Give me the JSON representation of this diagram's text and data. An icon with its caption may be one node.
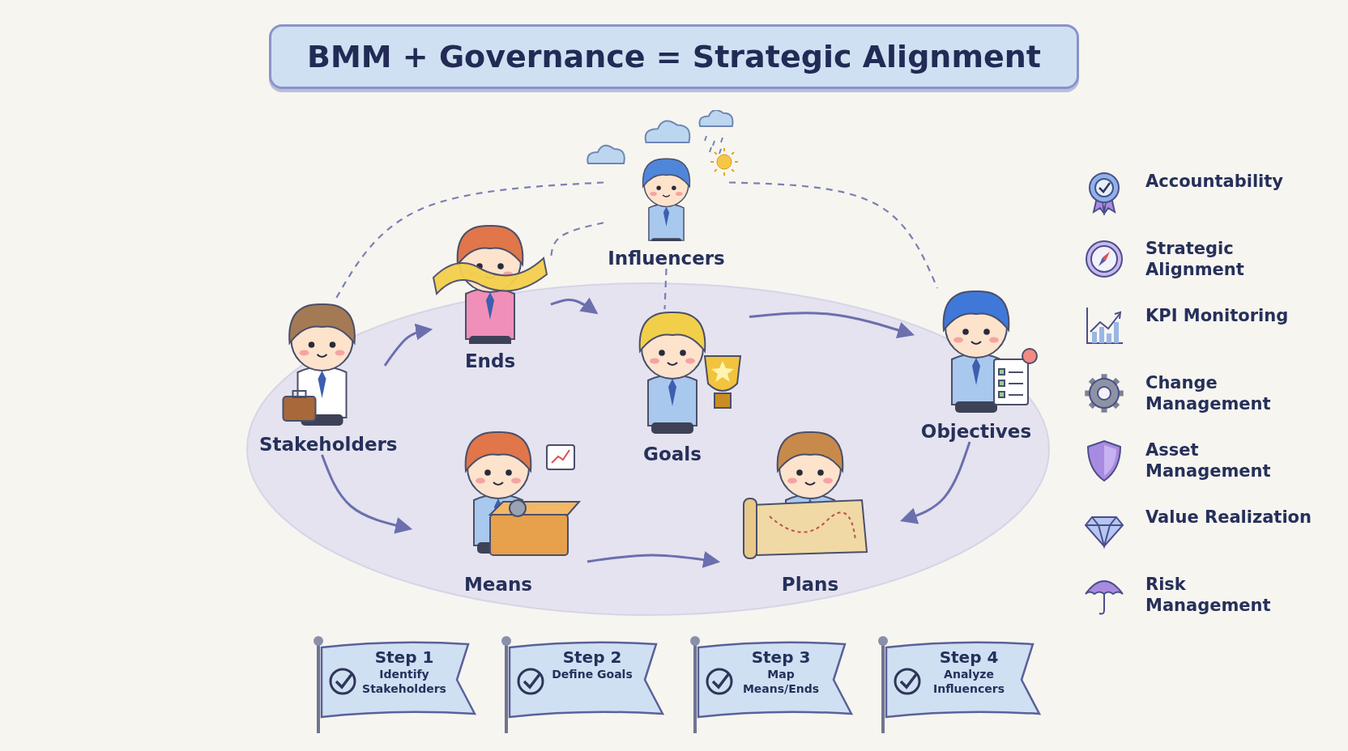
{
  "diagram": {
    "title": "BMM + Governance = Strategic Alignment",
    "nodes": [
      {
        "text": [
          "Influencers"
        ]
      },
      {
        "text": [
          "Ends"
        ]
      },
      {
        "text": [
          "Stakeholders"
        ]
      },
      {
        "text": [
          "Goals"
        ]
      },
      {
        "text": [
          "Objectives"
        ]
      },
      {
        "text": [
          "Means"
        ]
      },
      {
        "text": [
          "Plans"
        ]
      },
      {
        "text": [
          "Step 1",
          "Identify Stakeholders"
        ]
      },
      {
        "text": [
          "Step 2",
          "Define Goals"
        ]
      },
      {
        "text": [
          "Step 3",
          "Map Means/Ends"
        ]
      },
      {
        "text": [
          "Step 4",
          "Analyze Influencers"
        ]
      }
    ],
    "edges": [
      {
        "from": 2,
        "to": 1,
        "arrow": "to"
      },
      {
        "from": 1,
        "to": 3,
        "arrow": "to"
      },
      {
        "from": 3,
        "to": 4,
        "arrow": "to"
      },
      {
        "from": 4,
        "to": 6,
        "arrow": "to"
      },
      {
        "from": 5,
        "to": 6,
        "arrow": "to"
      },
      {
        "from": 2,
        "to": 5,
        "arrow": "to"
      },
      {
        "from": 0,
        "to": 2,
        "arrow": "none",
        "style": "dashed"
      },
      {
        "from": 0,
        "to": 1,
        "arrow": "none",
        "style": "dashed"
      },
      {
        "from": 0,
        "to": 3,
        "arrow": "none",
        "style": "dashed"
      },
      {
        "from": 0,
        "to": 4,
        "arrow": "none",
        "style": "dashed"
      }
    ],
    "legend": [
      {
        "text": "Accountability"
      },
      {
        "text": "Strategic Alignment"
      },
      {
        "text": "KPI Monitoring"
      },
      {
        "text": "Change Management"
      },
      {
        "text": "Asset Management"
      },
      {
        "text": "Value Realization"
      },
      {
        "text": "Risk Management"
      }
    ]
  }
}
